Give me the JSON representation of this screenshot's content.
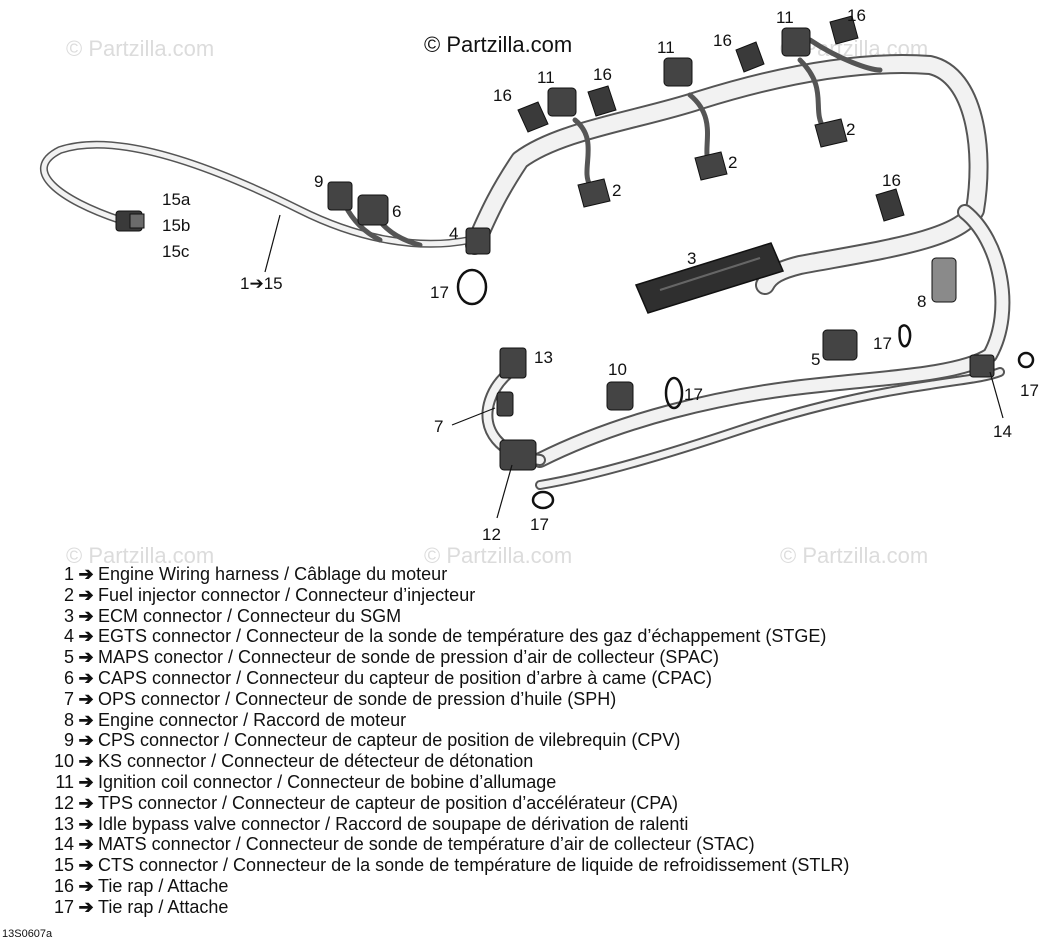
{
  "watermark": "© Partzilla.com",
  "copyright": "© Partzilla.com",
  "figure_code": "13S0607a",
  "callouts": {
    "c1": "1➔15",
    "c15a": "15a",
    "c15b": "15b",
    "c15c": "15c",
    "c9": "9",
    "c6": "6",
    "c4": "4",
    "c17a": "17",
    "c16a": "16",
    "c11a": "11",
    "c16b": "16",
    "c11b": "11",
    "c16c": "16",
    "c11c": "11",
    "c16d": "16",
    "c2a": "2",
    "c2b": "2",
    "c2c": "2",
    "c16e": "16",
    "c3": "3",
    "c8": "8",
    "c17b": "17",
    "c5": "5",
    "c17c": "17",
    "c14": "14",
    "c13": "13",
    "c10": "10",
    "c17d": "17",
    "c7": "7",
    "c12": "12",
    "c17e": "17"
  },
  "legend": [
    {
      "num": "1",
      "arrow": "➔",
      "text": "Engine Wiring harness / Câblage du moteur"
    },
    {
      "num": "2",
      "arrow": "➔",
      "text": "Fuel injector connector / Connecteur d’injecteur"
    },
    {
      "num": "3",
      "arrow": "➔",
      "text": "ECM connector / Connecteur du SGM"
    },
    {
      "num": "4",
      "arrow": "➔",
      "text": "EGTS connector / Connecteur de la sonde de température des gaz d’échappement (STGE)"
    },
    {
      "num": "5",
      "arrow": "➔",
      "text": "MAPS conector / Connecteur de sonde de pression d’air de collecteur (SPAC)"
    },
    {
      "num": "6",
      "arrow": "➔",
      "text": "CAPS connector / Connecteur du capteur de position d’arbre à came (CPAC)"
    },
    {
      "num": "7",
      "arrow": "➔",
      "text": "OPS connector / Connecteur de sonde de pression d’huile (SPH)"
    },
    {
      "num": "8",
      "arrow": "➔",
      "text": "Engine connector / Raccord de moteur"
    },
    {
      "num": "9",
      "arrow": "➔",
      "text": "CPS connector / Connecteur de capteur de position de vilebrequin (CPV)"
    },
    {
      "num": "10",
      "arrow": "➔",
      "text": "KS connector / Connecteur de détecteur de détonation"
    },
    {
      "num": "11",
      "arrow": "➔",
      "text": "Ignition coil connector / Connecteur de bobine d’allumage"
    },
    {
      "num": "12",
      "arrow": "➔",
      "text": "TPS connector / Connecteur de capteur de position d’accélérateur (CPA)"
    },
    {
      "num": "13",
      "arrow": "➔",
      "text": "Idle bypass valve connector / Raccord de soupape de dérivation de ralenti"
    },
    {
      "num": "14",
      "arrow": "➔",
      "text": "MATS connector / Connecteur de sonde de température d’air de collecteur (STAC)"
    },
    {
      "num": "15",
      "arrow": "➔",
      "text": "CTS connector / Connecteur de la sonde de température de liquide de refroidissement (STLR)"
    },
    {
      "num": "16",
      "arrow": "➔",
      "text": "Tie rap / Attache"
    },
    {
      "num": "17",
      "arrow": "➔",
      "text": "Tie rap / Attache"
    }
  ]
}
